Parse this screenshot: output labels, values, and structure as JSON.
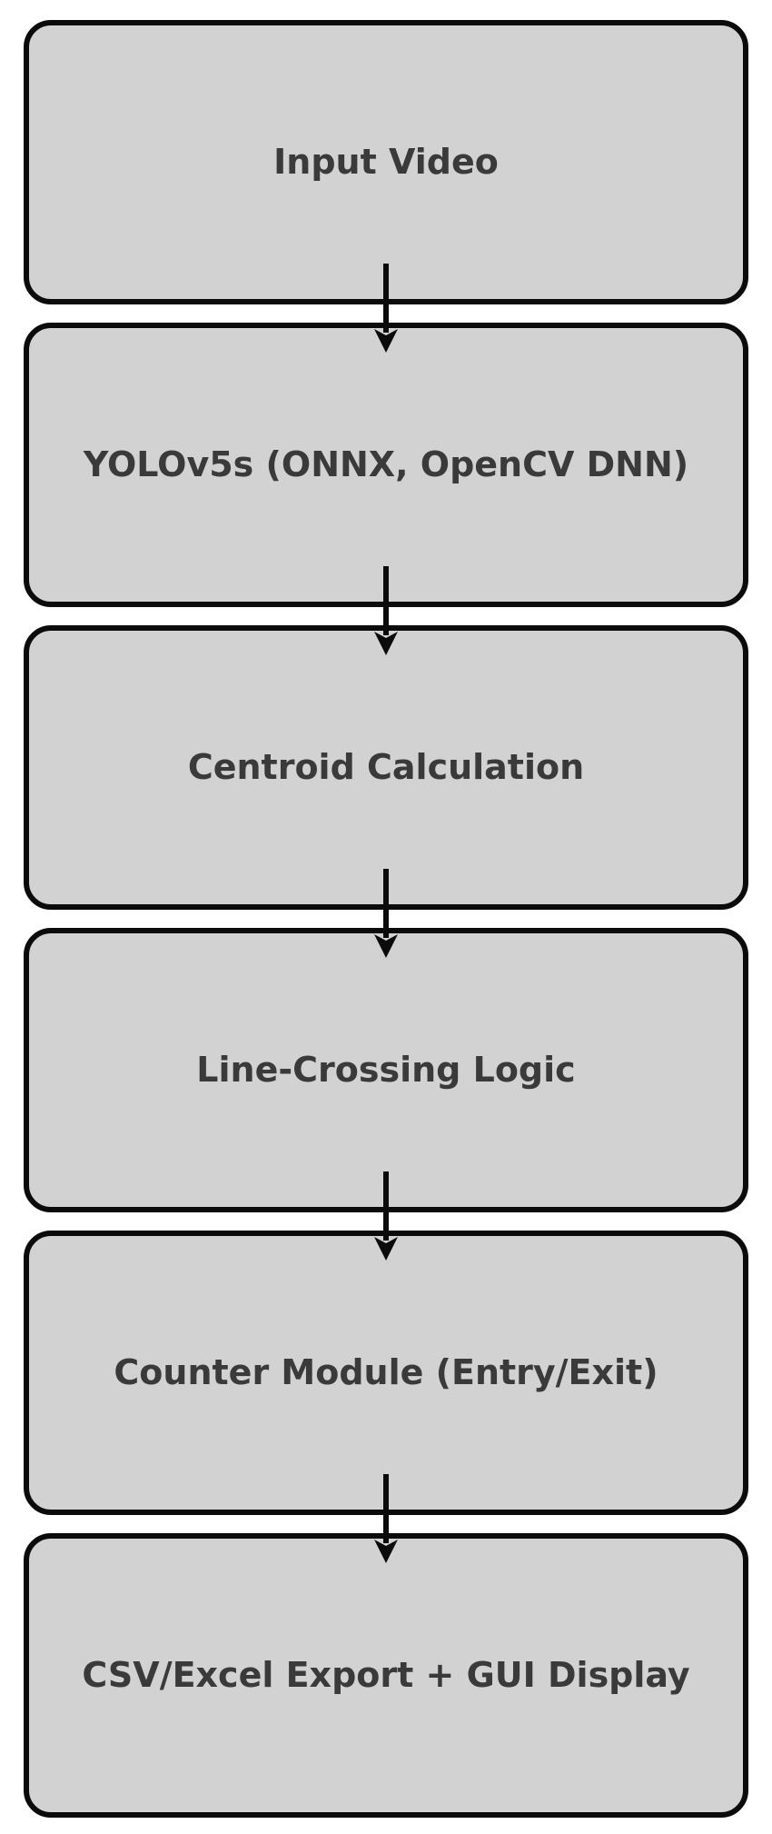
{
  "flowchart": {
    "type": "flowchart",
    "direction": "top-to-bottom",
    "nodes": [
      "Input Video",
      "YOLOv5s (ONNX, OpenCV DNN)",
      "Centroid Calculation",
      "Line-Crossing Logic",
      "Counter Module (Entry/Exit)",
      "CSV/Excel Export + GUI Display"
    ],
    "edges": [
      {
        "from": 0,
        "to": 1
      },
      {
        "from": 1,
        "to": 2
      },
      {
        "from": 2,
        "to": 3
      },
      {
        "from": 3,
        "to": 4
      },
      {
        "from": 4,
        "to": 5
      }
    ],
    "colors": {
      "node_fill": "#d2d2d2",
      "node_border": "#0b0b0b",
      "text_color": "#3a3a3a",
      "arrow_color": "#0b0b0b",
      "page_bg": "#ffffff"
    }
  }
}
